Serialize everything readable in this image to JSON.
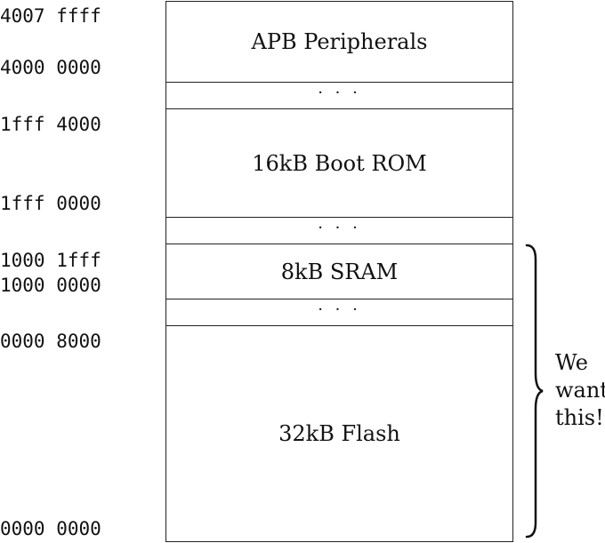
{
  "addresses": {
    "a1": "4007 ffff",
    "a2": "4000 0000",
    "a3": "1fff 4000",
    "a4": "1fff 0000",
    "a5": "1000 1fff",
    "a6": "1000 0000",
    "a7": "0000 8000",
    "a8": "0000 0000"
  },
  "regions": {
    "apb": "APB Peripherals",
    "gap1": "· · ·",
    "rom": "16kB Boot ROM",
    "gap2": "· · ·",
    "sram": "8kB SRAM",
    "gap3": "· · ·",
    "flash": "32kB Flash"
  },
  "brace": {
    "line1": "We",
    "line2": "want",
    "line3": "this!"
  }
}
